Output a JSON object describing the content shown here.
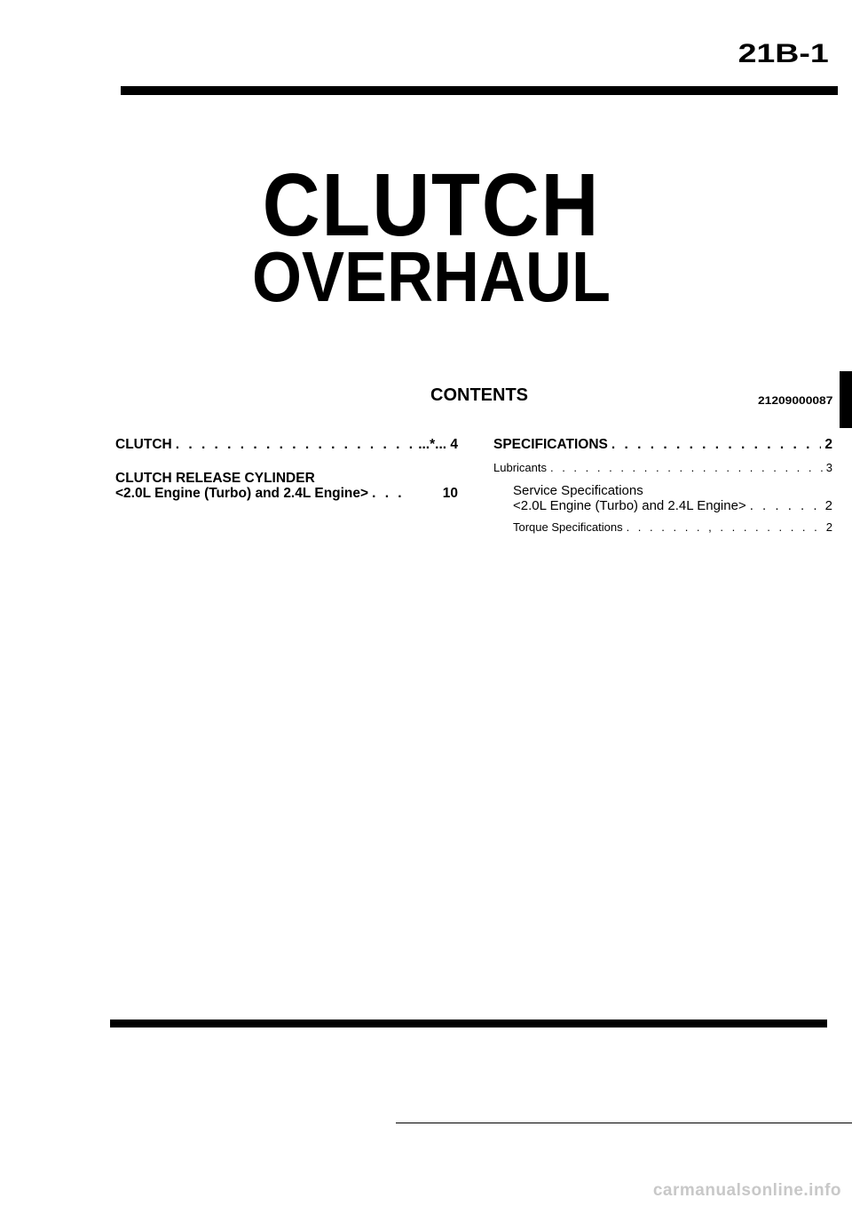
{
  "header": {
    "page_number": "21B-1"
  },
  "title": {
    "line1": "CLUTCH",
    "line2": "OVERHAUL"
  },
  "contents": {
    "heading": "CONTENTS",
    "code": "21209000087"
  },
  "toc_left": [
    {
      "label": "CLUTCH",
      "dots": ". . . . . . . . . . . . . . . . . . . . . . . . . . . . . . . . . . . . . . . . . . . . . . . . . . . . . .",
      "page": "...*... 4"
    },
    {
      "label_line1": "CLUTCH RELEASE CYLINDER",
      "label_line2": "<2.0L Engine (Turbo) and 2.4L Engine>",
      "dots": ". . .",
      "page": "10"
    }
  ],
  "toc_right": {
    "section": {
      "label": "SPECIFICATIONS",
      "dots": ". . . . . . . . . . . . . . . . . . . . . . . . . . . . . . . . . . . . . . . . .",
      "page": "2"
    },
    "items": [
      {
        "label": "Lubricants",
        "dots": ". . . . . . . . . . . . . . . . . . . . . . . . . . . . . . . . . . . . . . . . . . . . . . . . . . . . . . . .",
        "page": "3"
      },
      {
        "label_line1": "Service Specifications",
        "label_line2": "<2.0L Engine (Turbo) and 2.4L Engine>",
        "dots": ". . . . . . . . .",
        "page": "2"
      },
      {
        "label": "Torque Specifications",
        "dots": ". . . . . . . , . . . . . . . . . . . . . . . . . . . . . . . . . . . . . . . . . . . . . . . . . .",
        "page": "2"
      }
    ]
  },
  "footer": {
    "watermark": "carmanualsonline.info"
  }
}
